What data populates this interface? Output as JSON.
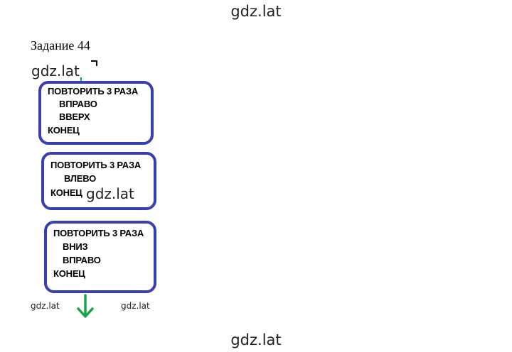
{
  "watermarks": {
    "top": "gdz.lat",
    "left": "gdz.lat",
    "inline": "gdz.lat",
    "small_left": "gdz.lat",
    "small_right": "gdz.lat",
    "bottom": "gdz.lat"
  },
  "task": {
    "title": "Задание 44"
  },
  "blocks": [
    {
      "repeat": "ПОВТОРИТЬ 3 РАЗА",
      "commands": [
        "ВПРАВО",
        "ВВЕРХ"
      ],
      "end": "КОНЕЦ"
    },
    {
      "repeat": "ПОВТОРИТЬ 3 РАЗА",
      "commands": [
        "ВЛЕВО"
      ],
      "end": "КОНЕЦ"
    },
    {
      "repeat": "ПОВТОРИТЬ 3 РАЗА",
      "commands": [
        "ВНИЗ",
        "ВПРАВО"
      ],
      "end": "КОНЕЦ"
    }
  ],
  "colors": {
    "block_border": "#3a3fb0",
    "arrow": "#1aa34a"
  },
  "icons": {
    "exit_arrow": "arrow-down-icon"
  }
}
